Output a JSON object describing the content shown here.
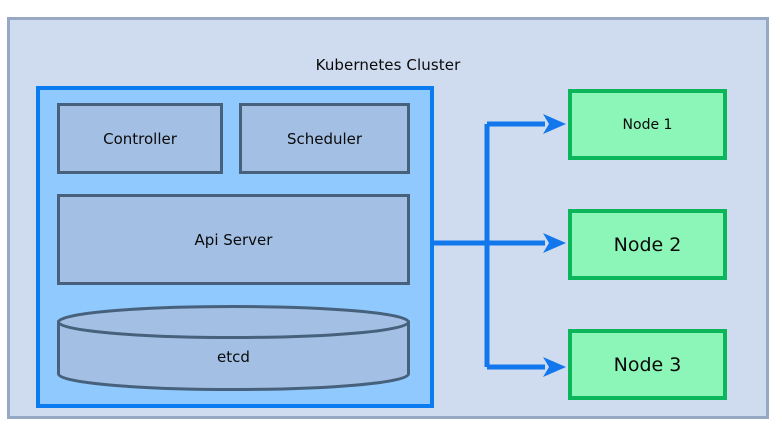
{
  "diagram": {
    "title": "Kubernetes Cluster",
    "control_plane": {
      "components": [
        {
          "id": "controller",
          "label": "Controller",
          "shape": "rect"
        },
        {
          "id": "scheduler",
          "label": "Scheduler",
          "shape": "rect"
        },
        {
          "id": "api-server",
          "label": "Api Server",
          "shape": "rect"
        },
        {
          "id": "etcd",
          "label": "etcd",
          "shape": "cylinder"
        }
      ]
    },
    "nodes": [
      {
        "id": "node-1",
        "label": "Node 1"
      },
      {
        "id": "node-2",
        "label": "Node 2"
      },
      {
        "id": "node-3",
        "label": "Node 3"
      }
    ],
    "connections": [
      {
        "from": "api-server",
        "to": "node-1",
        "style": "arrow"
      },
      {
        "from": "api-server",
        "to": "node-2",
        "style": "arrow"
      },
      {
        "from": "api-server",
        "to": "node-3",
        "style": "arrow"
      }
    ],
    "colors": {
      "cluster_background": "#cfdcf0",
      "cluster_border": "#97a8c4",
      "control_plane_background": "#8fc9fd",
      "control_plane_border": "#0b7cf0",
      "component_fill": "#a3c0e4",
      "component_border": "#47617c",
      "node_fill": "#8cf5b8",
      "node_border": "#0bb55a",
      "connector": "#1277ec",
      "text": "#0a0a0a"
    }
  }
}
